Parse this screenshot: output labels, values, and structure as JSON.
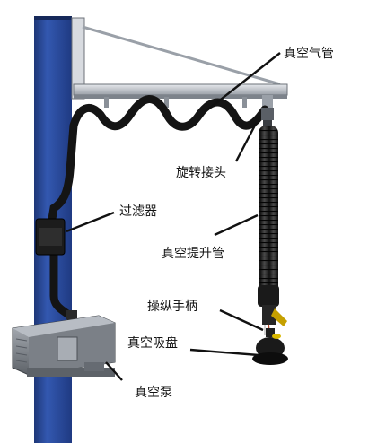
{
  "labels": {
    "vacuum_air_pipe": "真空气管",
    "swivel_joint": "旋转接头",
    "filter": "过滤器",
    "vacuum_lift_tube": "真空提升管",
    "control_handle": "操纵手柄",
    "vacuum_suction_cup": "真空吸盘",
    "vacuum_pump": "真空泵"
  },
  "colors": {
    "column": "#2a4a9a",
    "column_shade": "#1e3778",
    "hose": "#1a1a1a",
    "beam": "#c8ccd2",
    "pump": "#8a8f96"
  }
}
